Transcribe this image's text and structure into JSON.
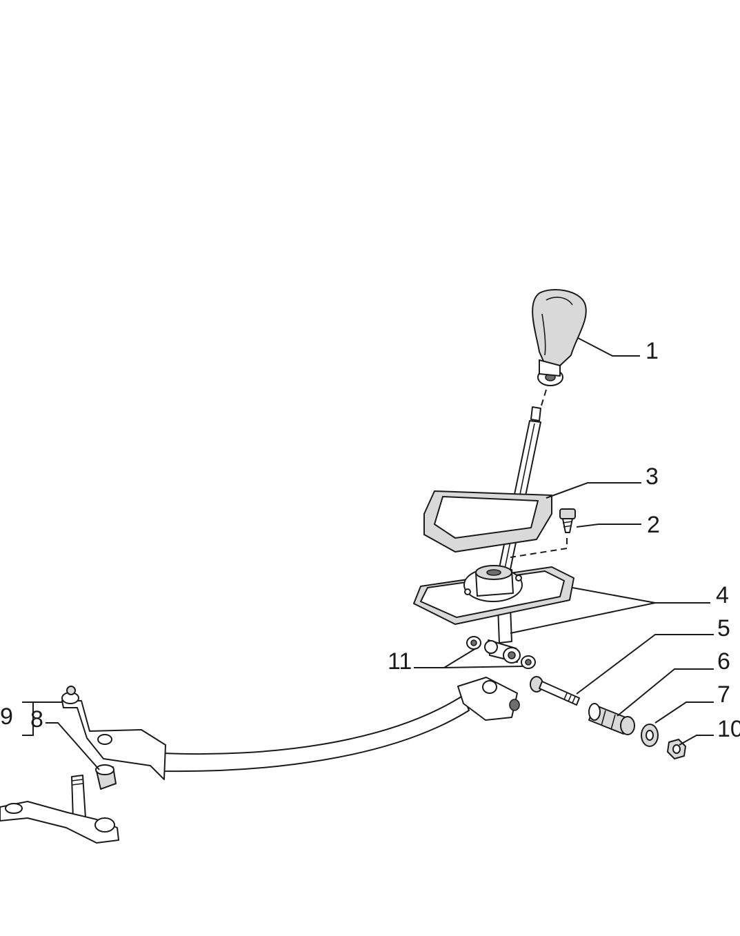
{
  "callouts": [
    {
      "key": "c1",
      "text": "1"
    },
    {
      "key": "c2",
      "text": "2"
    },
    {
      "key": "c3",
      "text": "3"
    },
    {
      "key": "c4",
      "text": "4"
    },
    {
      "key": "c5",
      "text": "5"
    },
    {
      "key": "c6",
      "text": "6"
    },
    {
      "key": "c7",
      "text": "7"
    },
    {
      "key": "c8",
      "text": "8"
    },
    {
      "key": "c9",
      "text": "9"
    },
    {
      "key": "c10",
      "text": "10"
    },
    {
      "key": "c11",
      "text": "11"
    }
  ]
}
